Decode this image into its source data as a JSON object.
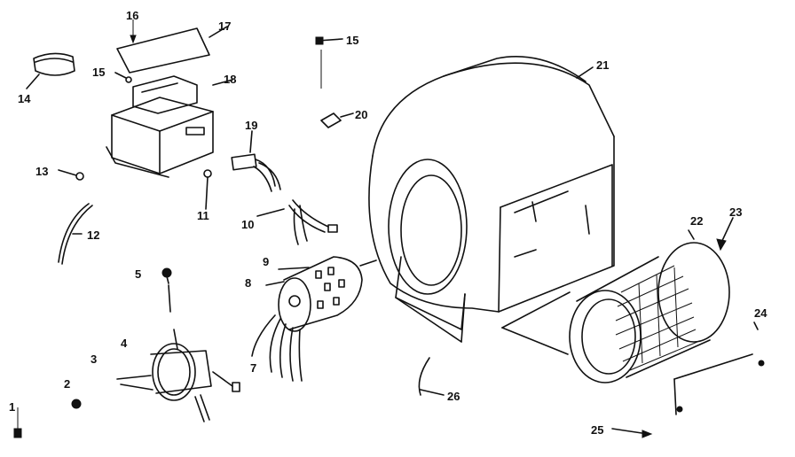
{
  "callouts": {
    "c1": "1",
    "c2": "2",
    "c3": "3",
    "c4": "4",
    "c5": "5",
    "c7": "7",
    "c8": "8",
    "c9": "9",
    "c10": "10",
    "c11": "11",
    "c12": "12",
    "c13": "13",
    "c14": "14",
    "c15a": "15",
    "c15b": "15",
    "c16": "16",
    "c17": "17",
    "c18": "18",
    "c19": "19",
    "c20": "20",
    "c21": "21",
    "c22": "22",
    "c23": "23",
    "c24": "24",
    "c25": "25",
    "c26": "26"
  }
}
